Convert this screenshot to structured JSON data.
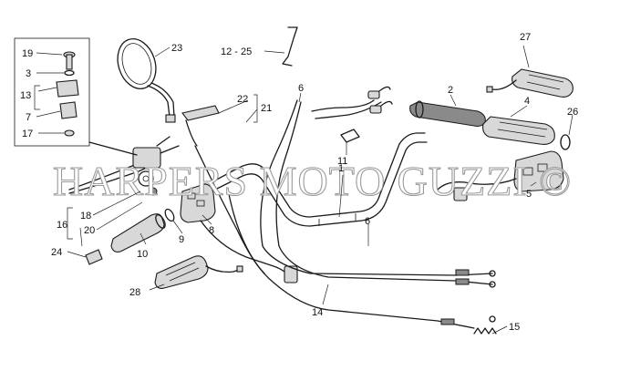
{
  "watermark": "HARPERS MOTO GUZZI ©",
  "callouts": {
    "c1": "1",
    "c2": "2",
    "c3": "3",
    "c4": "4",
    "c5": "5",
    "c6a": "6",
    "c6b": "6",
    "c7": "7",
    "c8": "8",
    "c9": "9",
    "c10": "10",
    "c11": "11",
    "c12_25": "12 - 25",
    "c13": "13",
    "c14": "14",
    "c15": "15",
    "c16": "16",
    "c17": "17",
    "c18": "18",
    "c19": "19",
    "c20": "20",
    "c21": "21",
    "c22": "22",
    "c23": "23",
    "c24": "24",
    "c26": "26",
    "c27": "27",
    "c28": "28"
  }
}
